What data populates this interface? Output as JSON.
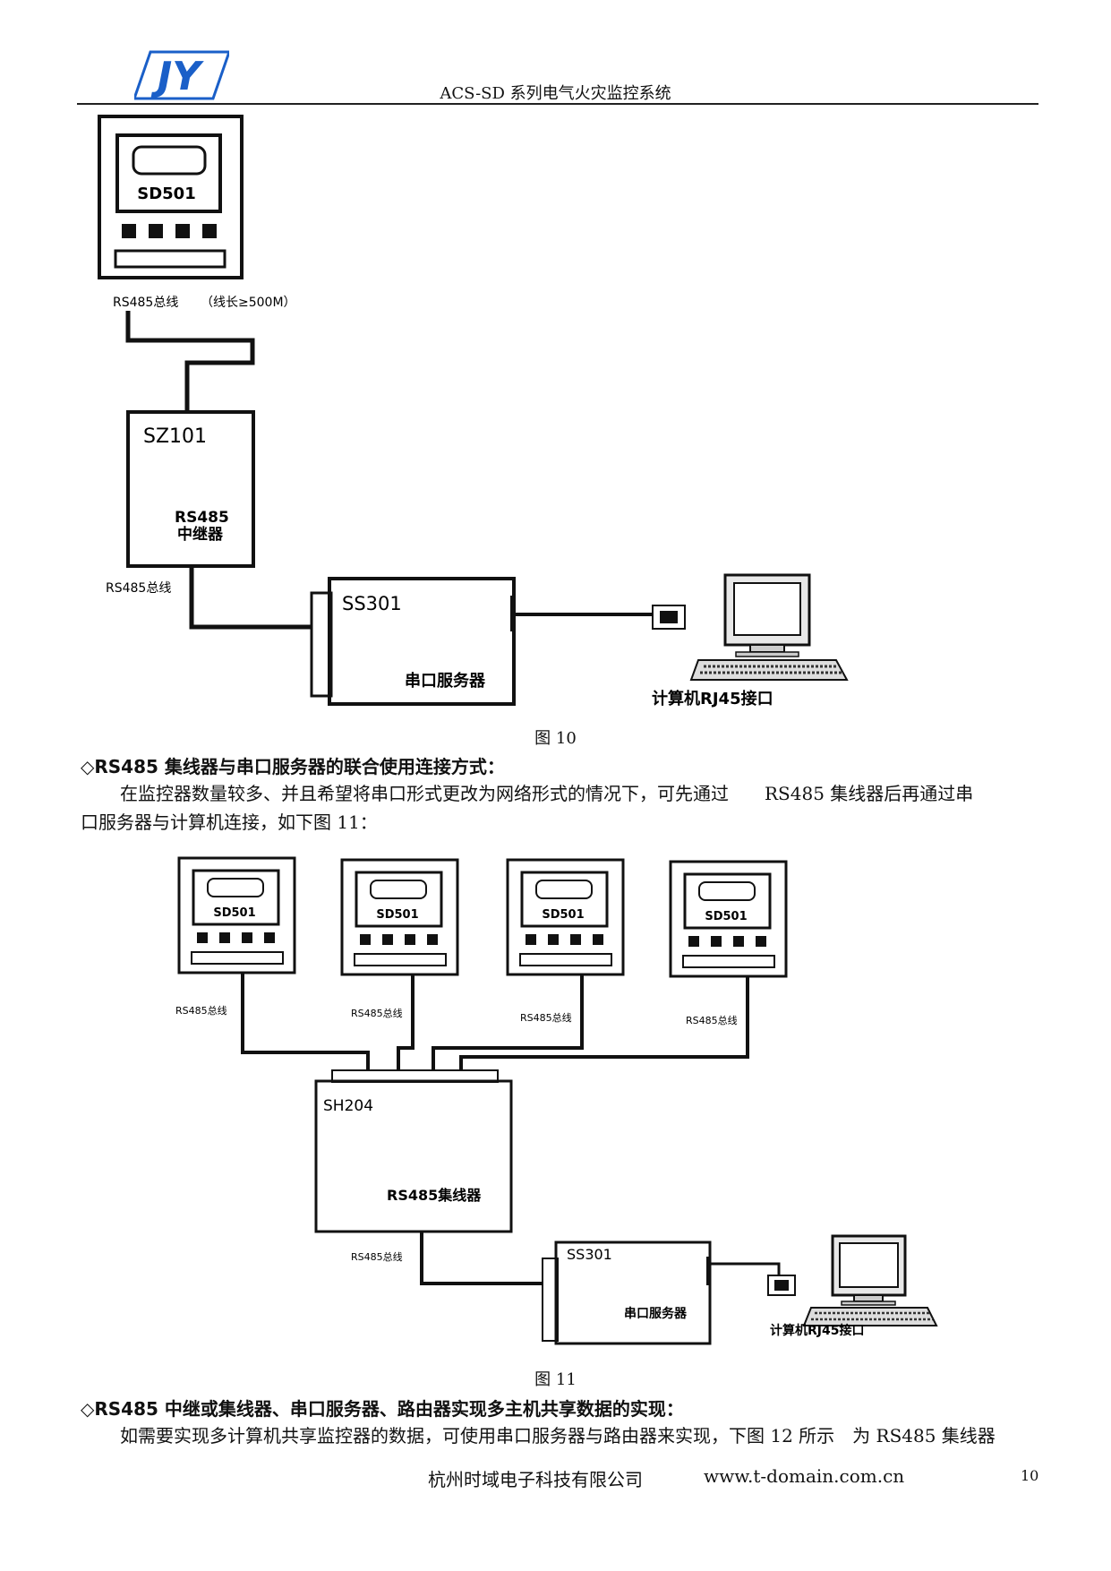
{
  "header": {
    "logo_text": "JY",
    "title": "ACS-SD 系列电气火灾监控系统"
  },
  "figure10": {
    "device_sd501": "SD501",
    "bus_label": "RS485总线",
    "wire_note": "（线长≥500M）",
    "repeater_model": "SZ101",
    "repeater_line1": "RS485",
    "repeater_line2": "中继器",
    "bus_label_2": "RS485总线",
    "server_model": "SS301",
    "server_name": "串口服务器",
    "pc_label": "计算机RJ45接口",
    "caption": "图 10"
  },
  "section1": {
    "title": "◇RS485 集线器与串口服务器的联合使用连接方式：",
    "para_line1": "在监控器数量较多、并且希望将串口形式更改为网络形式的情况下，可先通过　　RS485 集线器后再通过串",
    "para_line2": "口服务器与计算机连接，如下图 11："
  },
  "figure11": {
    "devices": [
      "SD501",
      "SD501",
      "SD501",
      "SD501"
    ],
    "bus_labels": [
      "RS485总线",
      "RS485总线",
      "RS485总线",
      "RS485总线"
    ],
    "hub_model": "SH204",
    "hub_name": "RS485集线器",
    "bus_label_hub": "RS485总线",
    "server_model": "SS301",
    "server_name": "串口服务器",
    "pc_label": "计算机RJ45接口",
    "caption": "图 11"
  },
  "section2": {
    "title": "◇RS485 中继或集线器、串口服务器、路由器实现多主机共享数据的实现：",
    "para_line1": "如需要实现多计算机共享监控器的数据，可使用串口服务器与路由器来实现，下图 12 所示　为 RS485 集线器"
  },
  "footer": {
    "company": "杭州时域电子科技有限公司",
    "url": "www.t-domain.com.cn",
    "page": "10"
  },
  "colors": {
    "logo_blue": "#1a5fc8",
    "line": "#111111"
  }
}
